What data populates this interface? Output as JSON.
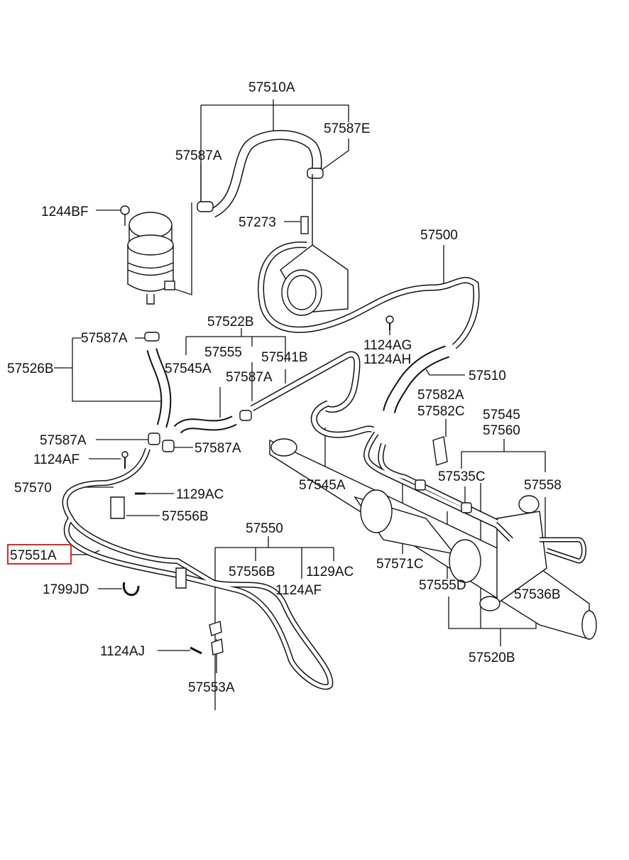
{
  "diagram": {
    "labels": {
      "p57510A": "57510A",
      "p57587E": "57587E",
      "p57587A_top": "57587A",
      "p1244BF": "1244BF",
      "p57273": "57273",
      "p57500": "57500",
      "p57522B": "57522B",
      "p57587A_left": "57587A",
      "p57555": "57555",
      "p57541B": "57541B",
      "p1124AG": "1124AG",
      "p1124AH": "1124AH",
      "p57526B": "57526B",
      "p57545A_top": "57545A",
      "p57587A_mid": "57587A",
      "p57510": "57510",
      "p57582A": "57582A",
      "p57582C": "57582C",
      "p57545": "57545",
      "p57560": "57560",
      "p57587A_low": "57587A",
      "p57587A_right": "57587A",
      "p1124AF_top": "1124AF",
      "p57570": "57570",
      "p1129AC_top": "1129AC",
      "p57545A_low": "57545A",
      "p57535C": "57535C",
      "p57558": "57558",
      "p57556B_top": "57556B",
      "p57550": "57550",
      "p57551A": "57551A",
      "p57556B_low": "57556B",
      "p1129AC_low": "1129AC",
      "p57571C": "57571C",
      "p1124AF_low": "1124AF",
      "p57555D": "57555D",
      "p57536B": "57536B",
      "p1799JD": "1799JD",
      "p1124AJ": "1124AJ",
      "p57520B": "57520B",
      "p57553A": "57553A"
    },
    "highlight_color": "#e0262b"
  }
}
